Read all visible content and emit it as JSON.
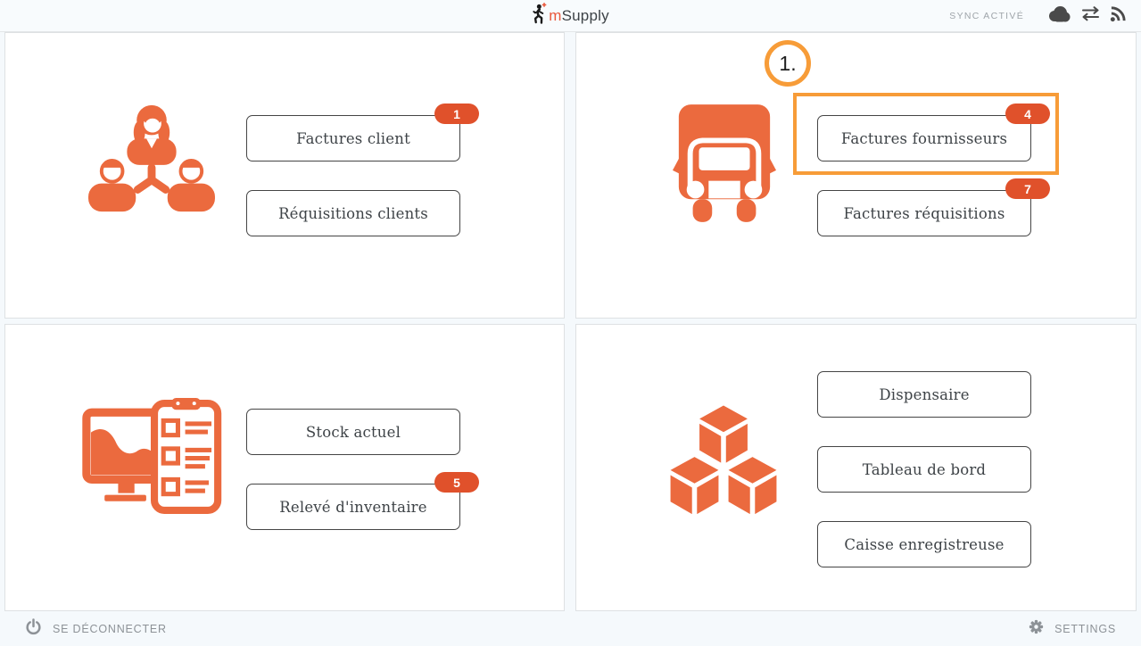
{
  "header": {
    "logo_m": "m",
    "logo_rest": "Supply",
    "sync_status": "SYNC ACTIVÉ",
    "icons": [
      "cloud-icon",
      "sync-arrows-icon",
      "signal-icon"
    ]
  },
  "annotation": {
    "step_label": "1."
  },
  "quadrants": {
    "customer": {
      "icon": "customers-icon",
      "buttons": [
        {
          "label": "Factures client",
          "badge": "1"
        },
        {
          "label": "Réquisitions clients"
        }
      ]
    },
    "supplier": {
      "icon": "truck-icon",
      "buttons": [
        {
          "label": "Factures fournisseurs",
          "badge": "4",
          "highlighted": true,
          "annotation_step": "1."
        },
        {
          "label": "Factures réquisitions",
          "badge": "7"
        }
      ]
    },
    "stock": {
      "icon": "stocktake-icon",
      "buttons": [
        {
          "label": "Stock actuel"
        },
        {
          "label": "Relevé d'inventaire",
          "badge": "5"
        }
      ]
    },
    "modules": {
      "icon": "cubes-icon",
      "buttons": [
        {
          "label": "Dispensaire"
        },
        {
          "label": "Tableau de bord"
        },
        {
          "label": "Caisse enregistreuse"
        }
      ]
    }
  },
  "footer": {
    "logout_label": "SE DÉCONNECTER",
    "settings_label": "SETTINGS"
  },
  "colors": {
    "icon_orange": "#EB6A3E",
    "badge_orange": "#E0512B",
    "highlight_orange": "#F79C38",
    "page_background": "#F5F9FC",
    "button_border": "#454545",
    "text_dark": "#3E4347",
    "muted_gray": "#8D9297",
    "dark_icon_gray": "#4A4A4A"
  }
}
